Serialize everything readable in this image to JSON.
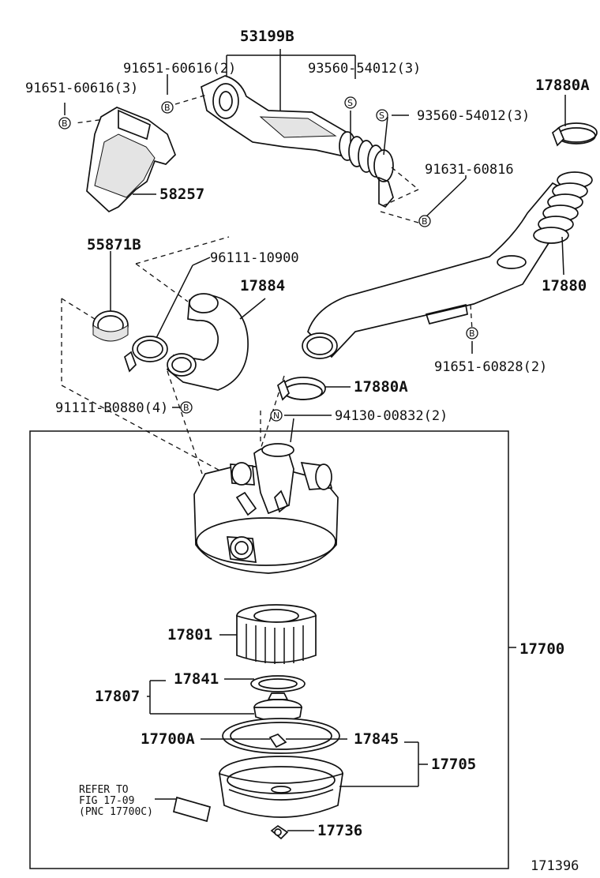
{
  "labels": {
    "p53199B": "53199B",
    "p91651_60616_2": "91651-60616(2)",
    "p93560_54012_3a": "93560-54012(3)",
    "p17880A_top": "17880A",
    "p91651_60616_3": "91651-60616(3)",
    "p93560_54012_3b": "93560-54012(3)",
    "p91631_60816": "91631-60816",
    "p58257": "58257",
    "p55871B": "55871B",
    "p96111_10900": "96111-10900",
    "p17884": "17884",
    "p17880": "17880",
    "p91651_60828_2": "91651-60828(2)",
    "p17880A_mid": "17880A",
    "p91111_B0880_4": "91111-B0880(4)",
    "p94130_00832_2": "94130-00832(2)",
    "p17801": "17801",
    "p17700": "17700",
    "p17841": "17841",
    "p17807": "17807",
    "p17700A": "17700A",
    "p17845": "17845",
    "p17705": "17705",
    "p17736": "17736",
    "refer_line1": "REFER TO",
    "refer_line2": "FIG 17-09",
    "refer_line3": "(PNC 17700C)",
    "figure_number": "171396"
  },
  "markers": {
    "B": "B",
    "S": "S",
    "N": "N"
  }
}
